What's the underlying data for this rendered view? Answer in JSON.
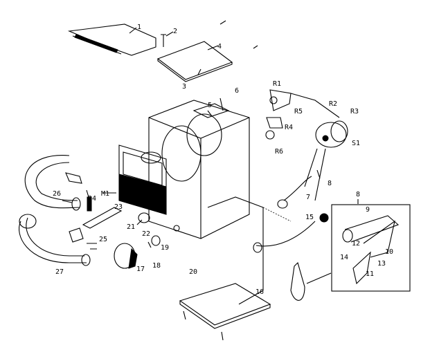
{
  "diagram": {
    "type": "exploded parts diagram",
    "ink_color": "#000000",
    "background": "#ffffff",
    "labels": {
      "p1": "1",
      "p2": "2",
      "p3": "3",
      "p4": "4",
      "p5": "5",
      "p6": "6",
      "r1": "R1",
      "r2": "R2",
      "r3": "R3",
      "r4": "R4",
      "r5": "R5",
      "r6": "R6",
      "s1": "S1",
      "p7": "7",
      "p8a": "8",
      "p8b": "8",
      "p9": "9",
      "p10": "10",
      "p11": "11",
      "p12": "12",
      "p13": "13",
      "p14": "14",
      "p15": "15",
      "p16": "16",
      "p17": "17",
      "p18": "18",
      "p19": "19",
      "p20": "20",
      "p21": "21",
      "p22": "22",
      "p23": "23",
      "p24": "24",
      "p25": "25",
      "p26": "26",
      "p27": "27",
      "m1": "M1"
    }
  }
}
